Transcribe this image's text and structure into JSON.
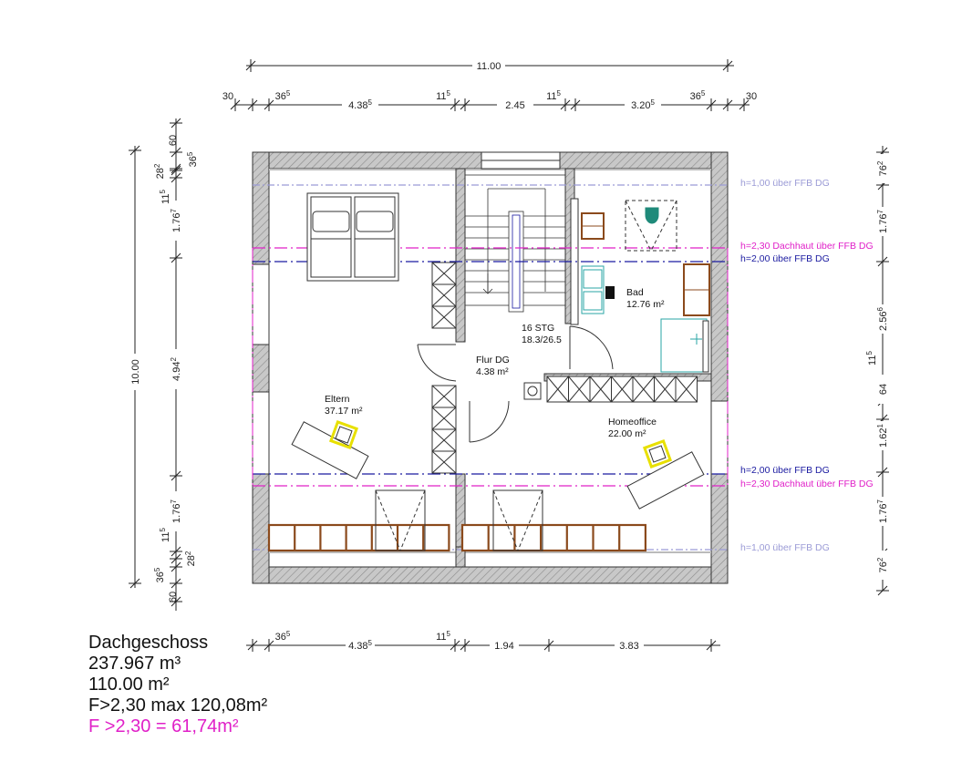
{
  "dims": {
    "top_total": "11.00",
    "top": [
      {
        "v": "30",
        "s": ""
      },
      {
        "v": "36",
        "s": "5"
      },
      {
        "v": "4.38",
        "s": "5"
      },
      {
        "v": "11",
        "s": "5"
      },
      {
        "v": "2.45",
        "s": ""
      },
      {
        "v": "11",
        "s": "5"
      },
      {
        "v": "3.20",
        "s": "5"
      },
      {
        "v": "36",
        "s": "5"
      },
      {
        "v": "30",
        "s": ""
      }
    ],
    "bottom": [
      {
        "v": "36",
        "s": "5"
      },
      {
        "v": "4.38",
        "s": "5"
      },
      {
        "v": "11",
        "s": "5"
      },
      {
        "v": "1.94",
        "s": ""
      },
      {
        "v": "3.83",
        "s": ""
      }
    ],
    "left_total": "10.00",
    "left": [
      {
        "v": "60",
        "s": ""
      },
      {
        "v": "36",
        "s": "5"
      },
      {
        "v": "28",
        "s": "2"
      },
      {
        "v": "11",
        "s": "5"
      },
      {
        "v": "1.76",
        "s": "7"
      },
      {
        "v": "4.94",
        "s": "2"
      },
      {
        "v": "1.76",
        "s": "7"
      },
      {
        "v": "11",
        "s": "5"
      },
      {
        "v": "28",
        "s": "2"
      },
      {
        "v": "36",
        "s": "5"
      },
      {
        "v": "60",
        "s": ""
      }
    ],
    "right": [
      {
        "v": "76",
        "s": "2"
      },
      {
        "v": "1.76",
        "s": "7"
      },
      {
        "v": "2.56",
        "s": "6"
      },
      {
        "v": "11",
        "s": "5"
      },
      {
        "v": "64",
        "s": ""
      },
      {
        "v": "1.62",
        "s": "1"
      },
      {
        "v": "1.76",
        "s": "7"
      },
      {
        "v": "76",
        "s": "2"
      }
    ]
  },
  "rooms": [
    {
      "name": "Eltern",
      "area": "37.17 m²"
    },
    {
      "name": "Flur DG",
      "area": "4.38 m²"
    },
    {
      "name": "Bad",
      "area": "12.76 m²"
    },
    {
      "name": "Homeoffice",
      "area": "22.00 m²"
    }
  ],
  "stairs": {
    "line1": "16 STG",
    "line2": "18.3/26.5"
  },
  "height_labels": {
    "h100_top": "h=1,00 über FFB DG",
    "h230_top": "h=2,30 Dachhaut über FFB DG",
    "h200_top": "h=2,00 über FFB DG",
    "h200_bottom": "h=2,00 über FFB DG",
    "h230_bottom": "h=2,30 Dachhaut über FFB DG",
    "h100_bottom": "h=1,00 über FFB DG"
  },
  "colors": {
    "h100": "#9b9bd6",
    "h230": "#e020c8",
    "h200": "#1a1aa0",
    "furniture": "#8b4a1c",
    "bath": "#2aa6a6",
    "highlight": "#e8e000",
    "info_pink": "#e020c8"
  },
  "info": {
    "title": "Dachgeschoss",
    "volume": "237.967 m³",
    "area": "110.00 m²",
    "f_max": "F>2,30 max 120,08m²",
    "f_value": "F >2,30 = 61,74m²"
  }
}
